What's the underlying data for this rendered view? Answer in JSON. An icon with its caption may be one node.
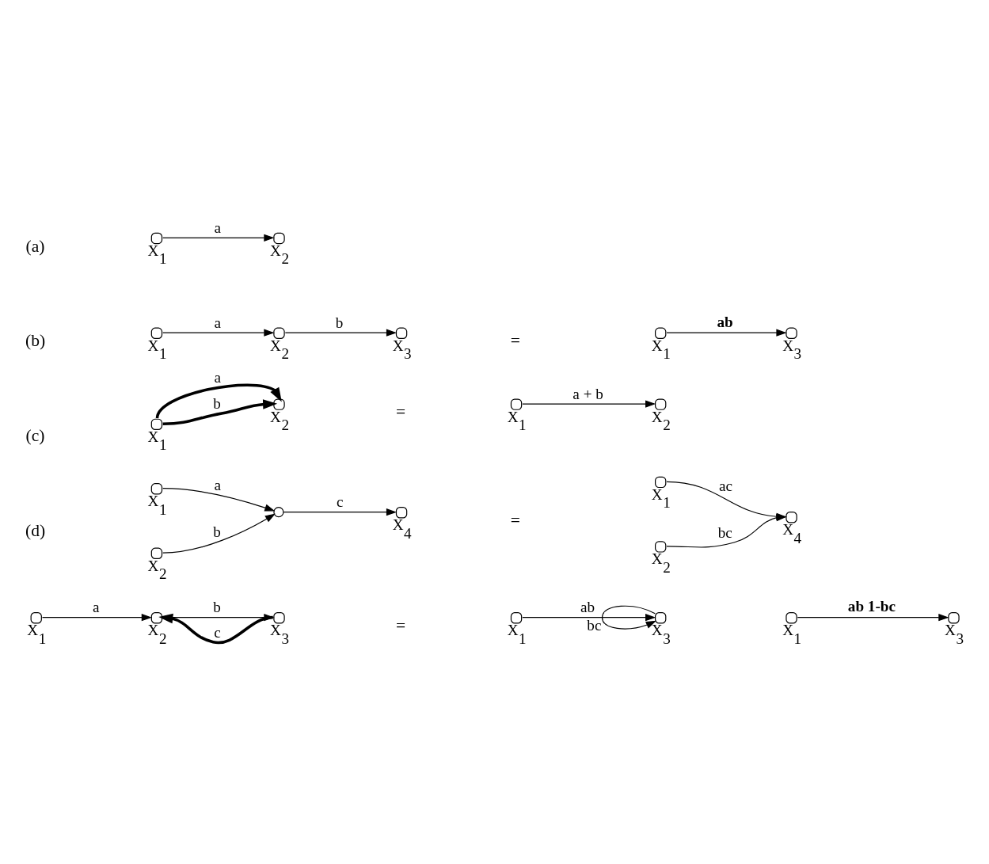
{
  "diagram": {
    "nodes": [
      {
        "text": [],
        "shape": "circle",
        "beside": [
          "X$_{1}$"
        ]
      },
      {
        "text": [],
        "shape": "circle",
        "beside": [
          "X$_{2}$"
        ]
      },
      {
        "text": [],
        "shape": "circle",
        "beside": [
          "X$_{1}$"
        ]
      },
      {
        "text": [],
        "shape": "circle",
        "beside": [
          "X$_{2}$"
        ]
      },
      {
        "text": [],
        "shape": "circle",
        "beside": [
          "X$_{3}$"
        ]
      },
      {
        "text": [],
        "shape": "circle",
        "beside": [
          "X$_{1}$"
        ]
      },
      {
        "text": [],
        "shape": "circle",
        "beside": [
          "X$_{3}$"
        ]
      },
      {
        "text": [],
        "shape": "circle",
        "beside": [
          "X$_{1}$"
        ]
      },
      {
        "text": [],
        "shape": "circle",
        "beside": [
          "X$_{2}$"
        ]
      },
      {
        "text": [],
        "shape": "circle",
        "beside": [
          "X$_{1}$"
        ]
      },
      {
        "text": [],
        "shape": "circle",
        "beside": [
          "X$_{2}$"
        ]
      },
      {
        "text": [],
        "shape": "circle",
        "beside": [
          "X$_{1}$"
        ]
      },
      {
        "text": [],
        "shape": "circle",
        "beside": [
          "X$_{2}$"
        ]
      },
      {
        "text": [],
        "shape": "circle"
      },
      {
        "text": [],
        "shape": "circle",
        "beside": [
          "X$_{4}$"
        ]
      },
      {
        "text": [],
        "shape": "circle",
        "beside": [
          "X$_{1}$"
        ]
      },
      {
        "text": [],
        "shape": "circle",
        "beside": [
          "X$_{2}$"
        ]
      },
      {
        "text": [],
        "shape": "circle",
        "beside": [
          "X$_{4}$"
        ]
      },
      {
        "text": [],
        "shape": "circle",
        "beside": [
          "X$_{1}$"
        ]
      },
      {
        "text": [],
        "shape": "circle",
        "beside": [
          "X$_{2}$"
        ]
      },
      {
        "text": [],
        "shape": "circle",
        "beside": [
          "X$_{3}$"
        ]
      },
      {
        "text": [],
        "shape": "circle",
        "beside": [
          "X$_{1}$"
        ]
      },
      {
        "text": [],
        "shape": "circle",
        "beside": [
          "X$_{3}$"
        ]
      },
      {
        "text": [],
        "shape": "circle",
        "beside": [
          "X$_{1}$"
        ]
      },
      {
        "text": [],
        "shape": "circle",
        "beside": [
          "X$_{3}$"
        ]
      }
    ],
    "edges": [
      {
        "from": 0,
        "to": 1,
        "arrow": "to",
        "label": "a"
      },
      {
        "from": 2,
        "to": 3,
        "arrow": "to",
        "label": "a"
      },
      {
        "from": 3,
        "to": 4,
        "arrow": "to",
        "label": "b"
      },
      {
        "from": 5,
        "to": 6,
        "arrow": "to",
        "label": "ab"
      },
      {
        "from": 7,
        "to": 8,
        "arrow": "to",
        "label": "a",
        "style": "thick"
      },
      {
        "from": 7,
        "to": 8,
        "arrow": "to",
        "label": "b",
        "style": "thick"
      },
      {
        "from": 9,
        "to": 10,
        "arrow": "to",
        "label": "a + b"
      },
      {
        "from": 11,
        "to": 13,
        "arrow": "to",
        "label": "a"
      },
      {
        "from": 12,
        "to": 13,
        "arrow": "to",
        "label": "b"
      },
      {
        "from": 13,
        "to": 14,
        "arrow": "to",
        "label": "c"
      },
      {
        "from": 15,
        "to": 17,
        "arrow": "to",
        "label": "ac"
      },
      {
        "from": 16,
        "to": 17,
        "arrow": "to",
        "label": "bc"
      },
      {
        "from": 18,
        "to": 19,
        "arrow": "to",
        "label": "a"
      },
      {
        "from": 19,
        "to": 20,
        "arrow": "to",
        "label": "b"
      },
      {
        "from": 20,
        "to": 19,
        "arrow": "to",
        "label": "c",
        "style": "thick"
      },
      {
        "from": 21,
        "to": 22,
        "arrow": "to",
        "label": "ab"
      },
      {
        "from": 22,
        "to": 22,
        "arrow": "to",
        "label": "bc"
      },
      {
        "from": 23,
        "to": 24,
        "arrow": "to",
        "label": "ab 1-bc"
      }
    ],
    "labels": [
      "(a)",
      "(b)",
      "=",
      "(c)",
      "=",
      "(d)",
      "=",
      "="
    ]
  }
}
